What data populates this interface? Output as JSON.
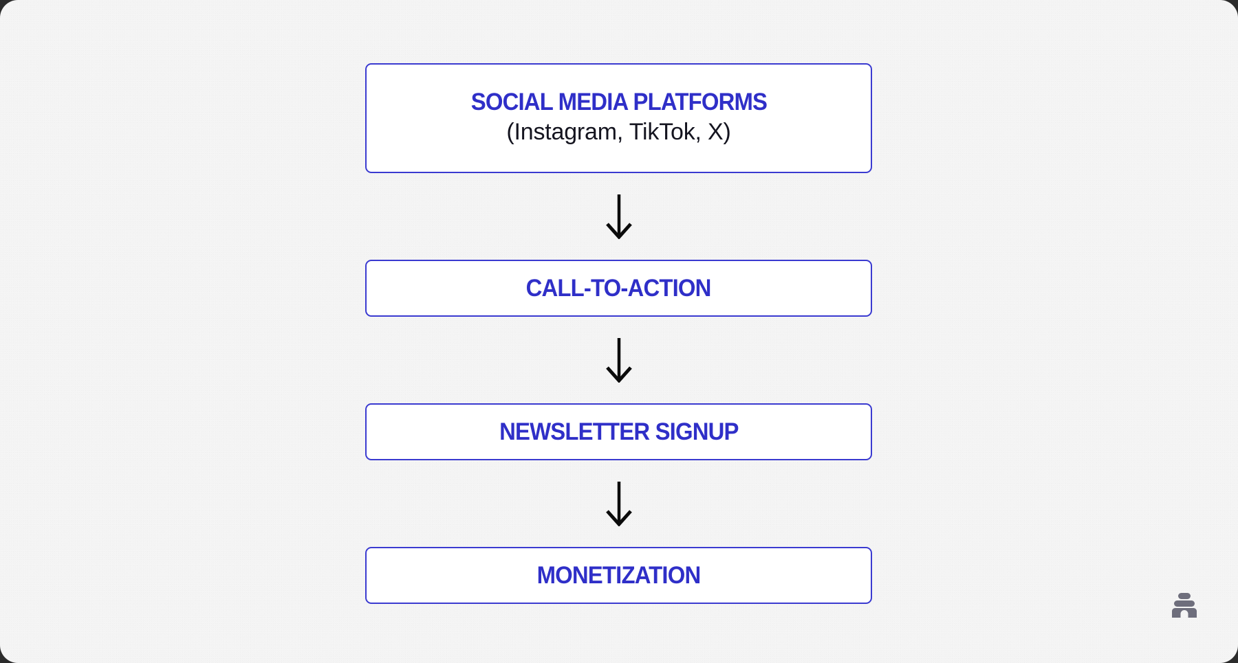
{
  "canvas": {
    "background_color": "#f4f4f4",
    "accent_color": "#2f2fc8",
    "border_color": "#3a3ad0",
    "text_color": "#14141f",
    "logo_color": "#6e6e7c"
  },
  "diagram": {
    "type": "flowchart",
    "orientation": "vertical",
    "nodes": [
      {
        "title": "SOCIAL MEDIA PLATFORMS",
        "subtitle": "(Instagram, TikTok, X)"
      },
      {
        "title": "CALL-TO-ACTION",
        "subtitle": ""
      },
      {
        "title": "NEWSLETTER SIGNUP",
        "subtitle": ""
      },
      {
        "title": "MONETIZATION",
        "subtitle": ""
      }
    ],
    "connectors": [
      {
        "icon": "arrow-down-icon"
      },
      {
        "icon": "arrow-down-icon"
      },
      {
        "icon": "arrow-down-icon"
      }
    ]
  },
  "logo": {
    "icon": "beehive-logo-icon"
  }
}
